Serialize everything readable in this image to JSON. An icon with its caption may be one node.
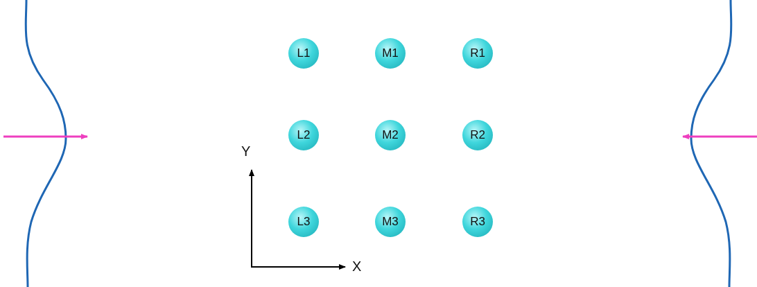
{
  "diagram": {
    "nodes": [
      {
        "text": [
          "L1"
        ]
      },
      {
        "text": [
          "M1"
        ]
      },
      {
        "text": [
          "R1"
        ]
      },
      {
        "text": [
          "L2"
        ]
      },
      {
        "text": [
          "M2"
        ]
      },
      {
        "text": [
          "R2"
        ]
      },
      {
        "text": [
          "L3"
        ]
      },
      {
        "text": [
          "M3"
        ]
      },
      {
        "text": [
          "R3"
        ]
      }
    ],
    "labels": [
      "Y",
      "X"
    ]
  }
}
